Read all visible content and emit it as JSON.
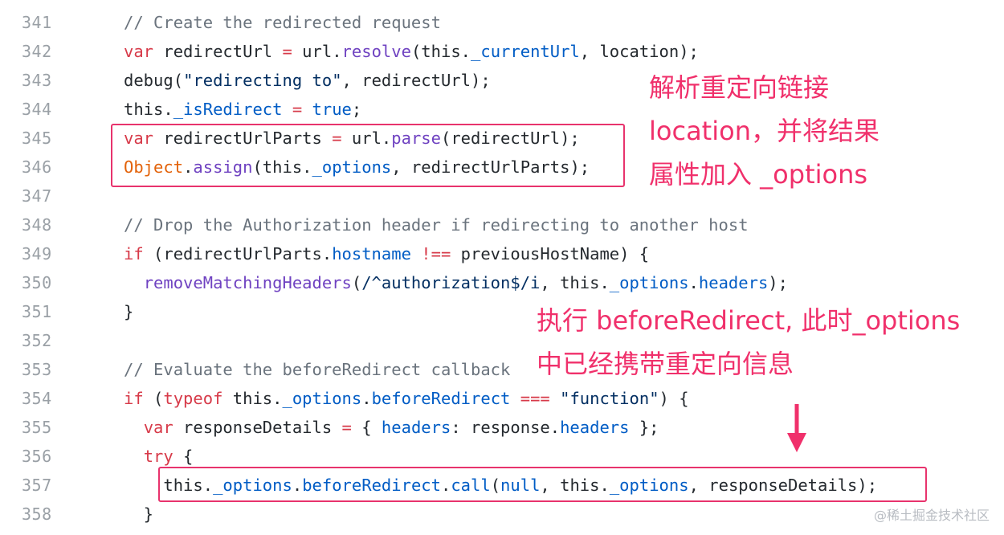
{
  "code_lines": [
    {
      "num": "341",
      "tokens": [
        {
          "t": "// Create the redirected request",
          "c": "comment"
        }
      ]
    },
    {
      "num": "342",
      "tokens": [
        {
          "t": "var",
          "c": "kw"
        },
        {
          "t": " redirectUrl ",
          "c": ""
        },
        {
          "t": "=",
          "c": "kw"
        },
        {
          "t": " url.",
          "c": ""
        },
        {
          "t": "resolve",
          "c": "fn"
        },
        {
          "t": "(this.",
          "c": ""
        },
        {
          "t": "_currentUrl",
          "c": "prop"
        },
        {
          "t": ", location);",
          "c": ""
        }
      ]
    },
    {
      "num": "343",
      "tokens": [
        {
          "t": "debug(",
          "c": ""
        },
        {
          "t": "\"redirecting to\"",
          "c": "str"
        },
        {
          "t": ", redirectUrl);",
          "c": ""
        }
      ]
    },
    {
      "num": "344",
      "tokens": [
        {
          "t": "this.",
          "c": ""
        },
        {
          "t": "_isRedirect",
          "c": "prop"
        },
        {
          "t": " ",
          "c": ""
        },
        {
          "t": "=",
          "c": "kw"
        },
        {
          "t": " ",
          "c": ""
        },
        {
          "t": "true",
          "c": "prop"
        },
        {
          "t": ";",
          "c": ""
        }
      ]
    },
    {
      "num": "345",
      "tokens": [
        {
          "t": "var",
          "c": "kw"
        },
        {
          "t": " redirectUrlParts ",
          "c": ""
        },
        {
          "t": "=",
          "c": "kw"
        },
        {
          "t": " url.",
          "c": ""
        },
        {
          "t": "parse",
          "c": "fn"
        },
        {
          "t": "(redirectUrl);",
          "c": ""
        }
      ]
    },
    {
      "num": "346",
      "tokens": [
        {
          "t": "Object",
          "c": "obj"
        },
        {
          "t": ".",
          "c": ""
        },
        {
          "t": "assign",
          "c": "fn"
        },
        {
          "t": "(this.",
          "c": ""
        },
        {
          "t": "_options",
          "c": "prop"
        },
        {
          "t": ", redirectUrlParts);",
          "c": ""
        }
      ]
    },
    {
      "num": "347",
      "tokens": []
    },
    {
      "num": "348",
      "tokens": [
        {
          "t": "// Drop the Authorization header if redirecting to another host",
          "c": "comment"
        }
      ]
    },
    {
      "num": "349",
      "tokens": [
        {
          "t": "if",
          "c": "kw"
        },
        {
          "t": " (redirectUrlParts.",
          "c": ""
        },
        {
          "t": "hostname",
          "c": "prop"
        },
        {
          "t": " ",
          "c": ""
        },
        {
          "t": "!==",
          "c": "kw"
        },
        {
          "t": " previousHostName) {",
          "c": ""
        }
      ]
    },
    {
      "num": "350",
      "tokens": [
        {
          "t": "  ",
          "c": ""
        },
        {
          "t": "removeMatchingHeaders",
          "c": "fn"
        },
        {
          "t": "(",
          "c": ""
        },
        {
          "t": "/^authorization$/i",
          "c": "str"
        },
        {
          "t": ", this.",
          "c": ""
        },
        {
          "t": "_options",
          "c": "prop"
        },
        {
          "t": ".",
          "c": ""
        },
        {
          "t": "headers",
          "c": "prop"
        },
        {
          "t": ");",
          "c": ""
        }
      ]
    },
    {
      "num": "351",
      "tokens": [
        {
          "t": "}",
          "c": ""
        }
      ]
    },
    {
      "num": "352",
      "tokens": []
    },
    {
      "num": "353",
      "tokens": [
        {
          "t": "// Evaluate the beforeRedirect callback",
          "c": "comment"
        }
      ]
    },
    {
      "num": "354",
      "tokens": [
        {
          "t": "if",
          "c": "kw"
        },
        {
          "t": " (",
          "c": ""
        },
        {
          "t": "typeof",
          "c": "kw"
        },
        {
          "t": " this.",
          "c": ""
        },
        {
          "t": "_options",
          "c": "prop"
        },
        {
          "t": ".",
          "c": ""
        },
        {
          "t": "beforeRedirect",
          "c": "prop"
        },
        {
          "t": " ",
          "c": ""
        },
        {
          "t": "===",
          "c": "kw"
        },
        {
          "t": " ",
          "c": ""
        },
        {
          "t": "\"function\"",
          "c": "str"
        },
        {
          "t": ") {",
          "c": ""
        }
      ]
    },
    {
      "num": "355",
      "tokens": [
        {
          "t": "  ",
          "c": ""
        },
        {
          "t": "var",
          "c": "kw"
        },
        {
          "t": " responseDetails ",
          "c": ""
        },
        {
          "t": "=",
          "c": "kw"
        },
        {
          "t": " { ",
          "c": ""
        },
        {
          "t": "headers",
          "c": "prop"
        },
        {
          "t": ": response.",
          "c": ""
        },
        {
          "t": "headers",
          "c": "prop"
        },
        {
          "t": " };",
          "c": ""
        }
      ]
    },
    {
      "num": "356",
      "tokens": [
        {
          "t": "  ",
          "c": ""
        },
        {
          "t": "try",
          "c": "kw"
        },
        {
          "t": " {",
          "c": ""
        }
      ]
    },
    {
      "num": "357",
      "tokens": [
        {
          "t": "    this.",
          "c": ""
        },
        {
          "t": "_options",
          "c": "prop"
        },
        {
          "t": ".",
          "c": ""
        },
        {
          "t": "beforeRedirect",
          "c": "prop"
        },
        {
          "t": ".",
          "c": ""
        },
        {
          "t": "call",
          "c": "prop"
        },
        {
          "t": "(",
          "c": ""
        },
        {
          "t": "null",
          "c": "prop"
        },
        {
          "t": ", this.",
          "c": ""
        },
        {
          "t": "_options",
          "c": "prop"
        },
        {
          "t": ", responseDetails);",
          "c": ""
        }
      ]
    },
    {
      "num": "358",
      "tokens": [
        {
          "t": "  }",
          "c": ""
        }
      ]
    }
  ],
  "annotations": {
    "note1": [
      "解析重定向链接",
      "location，并将结果",
      "属性加入 _options"
    ],
    "note2": [
      "执行 beforeRedirect, 此时_options",
      "中已经携带重定向信息"
    ],
    "accent_color": "#f0306b"
  },
  "watermark": "@稀土掘金技术社区"
}
